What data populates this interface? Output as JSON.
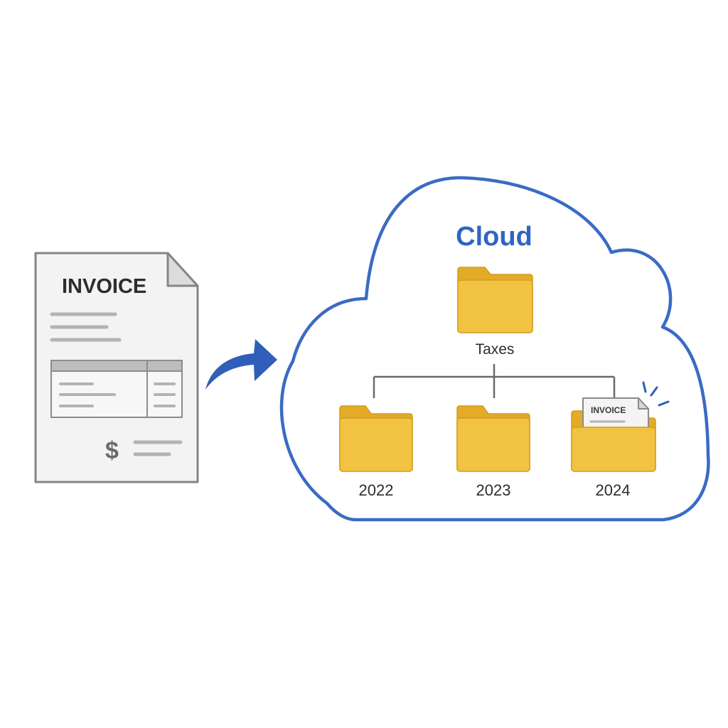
{
  "invoice_document": {
    "title": "INVOICE",
    "currency_symbol": "$"
  },
  "cloud": {
    "title": "Cloud",
    "root_folder": {
      "label": "Taxes"
    },
    "year_folders": [
      {
        "label": "2022",
        "contains_invoice": false
      },
      {
        "label": "2023",
        "contains_invoice": false
      },
      {
        "label": "2024",
        "contains_invoice": true
      }
    ],
    "filed_invoice": {
      "title": "INVOICE"
    }
  },
  "colors": {
    "cloud_outline": "#3a6bc4",
    "cloud_title": "#2f64c2",
    "arrow": "#2f5fb8",
    "folder_front": "#f2c243",
    "folder_back": "#e3ab26",
    "folder_edge": "#d49c1c",
    "document_fill": "#f3f3f3",
    "document_outline": "#858585",
    "text_dark": "#2d2d2d",
    "connector": "#6a6a6a"
  }
}
